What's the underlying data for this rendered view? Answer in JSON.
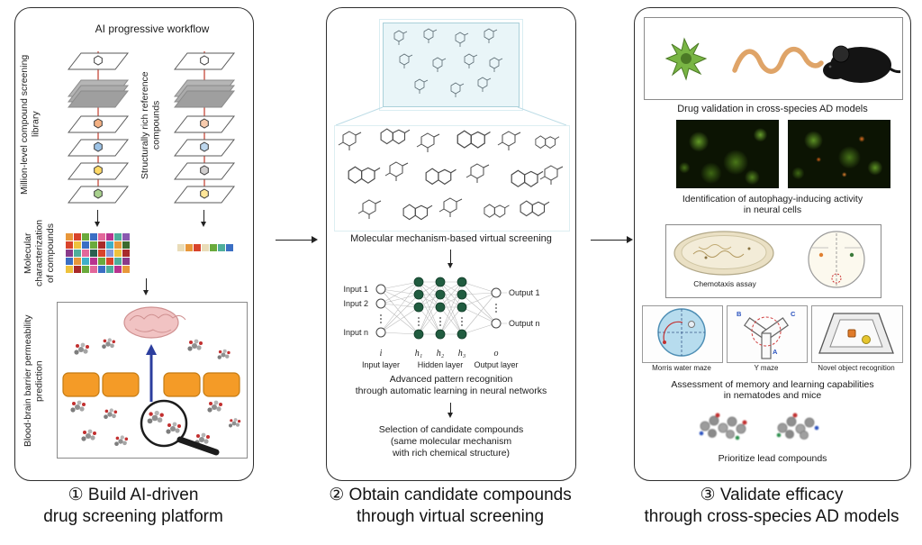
{
  "panel1": {
    "workflow_title": "AI progressive workflow",
    "label_library": "Million-level compound screening library",
    "label_reference": "Structurally rich reference compounds",
    "label_characterization": "Molecular characterization of compounds",
    "label_bbb": "Blood-brain barrier permeability prediction",
    "caption_line1": "① Build AI-driven",
    "caption_line2": "drug screening platform"
  },
  "panel2": {
    "screening_label": "Molecular mechanism-based virtual screening",
    "nn_inputs": [
      "Input 1",
      "Input 2",
      "Input n"
    ],
    "nn_outputs": [
      "Output 1",
      "Output n"
    ],
    "nn_node_labels": [
      "i",
      "h₁",
      "h₂",
      "h₃",
      "o"
    ],
    "nn_layer_labels": [
      "Input layer",
      "Hidden layer",
      "Output layer"
    ],
    "pattern_line1": "Advanced pattern recognition",
    "pattern_line2": "through automatic learning in neural networks",
    "selection_line1": "Selection of candidate compounds",
    "selection_line2": "(same molecular mechanism",
    "selection_line3": "with rich chemical structure)",
    "caption_line1": "② Obtain candidate compounds",
    "caption_line2": "through virtual screening"
  },
  "panel3": {
    "models_label": "Drug validation in cross-species AD models",
    "autophagy_line1": "Identification of autophagy-inducing activity",
    "autophagy_line2": "in neural cells",
    "chemotaxis_label": "Chemotaxis assay",
    "maze_labels": [
      "Morris water maze",
      "Y maze",
      "Novel object recognition"
    ],
    "ymaze_arms": [
      "A",
      "B",
      "C"
    ],
    "assessment_line1": "Assessment of memory and learning capabilities",
    "assessment_line2": "in nematodes and mice",
    "prioritize_label": "Prioritize lead compounds",
    "caption_line1": "③ Validate efficacy",
    "caption_line2": "through cross-species AD models"
  },
  "colors": {
    "fingerprint_left": [
      "#e8973a",
      "#d8432b",
      "#6aaa3c",
      "#3b6fc4",
      "#e2679a",
      "#b8338f",
      "#4fae9b",
      "#8a5ab0",
      "#d8432b",
      "#eec23d",
      "#3b6fc4",
      "#6aaa3c",
      "#a82a2a",
      "#3fafc9",
      "#e8973a",
      "#3c6a2f",
      "#8a3a8a",
      "#4fae9b",
      "#e2679a",
      "#2b6050",
      "#d8432b",
      "#8898d8",
      "#eec23d",
      "#a82a2a",
      "#3b6fc4",
      "#e8973a",
      "#3fafc9",
      "#b8338f",
      "#6aaa3c",
      "#d8432b",
      "#4fae9b",
      "#8a3a8a",
      "#eec23d",
      "#a82a2a",
      "#6aaa3c",
      "#e2679a",
      "#3b6fc4",
      "#4fae9b",
      "#b8338f",
      "#e8973a"
    ],
    "fingerprint_right": [
      "#e9dcb8",
      "#e8973a",
      "#d8432b",
      "#e9dcb8",
      "#6aaa3c",
      "#4fae9b",
      "#3b6fc4"
    ]
  }
}
